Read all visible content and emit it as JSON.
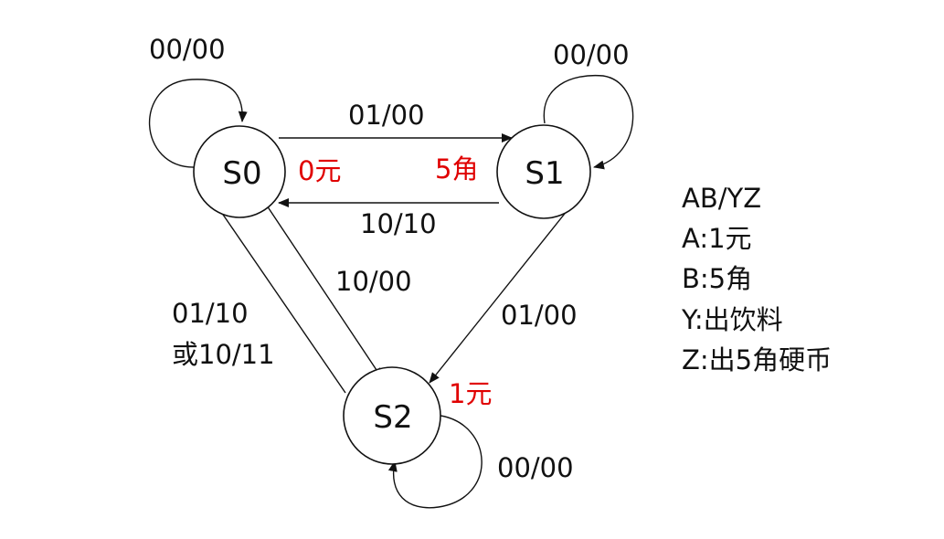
{
  "colors": {
    "line": "#111111",
    "amount": "#e00000"
  },
  "states": [
    {
      "id": "S0",
      "label": "S0",
      "amount": "0元"
    },
    {
      "id": "S1",
      "label": "S1",
      "amount": "5角"
    },
    {
      "id": "S2",
      "label": "S2",
      "amount": "1元"
    }
  ],
  "transitions": [
    {
      "id": "s0-self",
      "label": "00/00"
    },
    {
      "id": "s1-self",
      "label": "00/00"
    },
    {
      "id": "s2-self",
      "label": "00/00"
    },
    {
      "id": "s0-s1",
      "label": "01/00"
    },
    {
      "id": "s1-s0",
      "label": "10/10"
    },
    {
      "id": "s0-s2",
      "label": "10/00"
    },
    {
      "id": "s1-s2",
      "label": "01/00"
    },
    {
      "id": "s2-s0",
      "label_line1": "01/10",
      "label_line2": "或10/11"
    }
  ],
  "legend": {
    "line1": "AB/YZ",
    "line2": "A:1元",
    "line3": "B:5角",
    "line4": "Y:出饮料",
    "line5": "Z:出5角硬币"
  }
}
